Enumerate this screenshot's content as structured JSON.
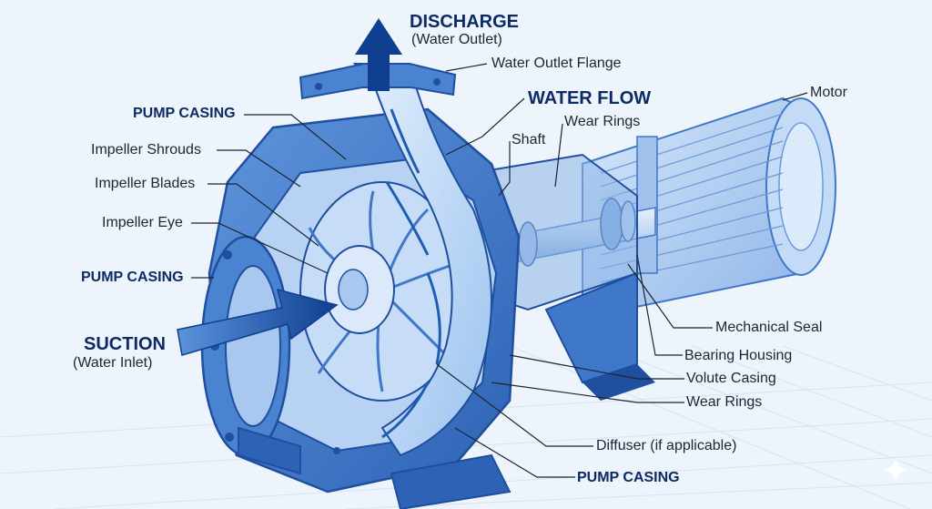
{
  "labels": {
    "discharge_title": "DISCHARGE",
    "discharge_sub": "(Water Outlet)",
    "water_outlet_flange": "Water Outlet Flange",
    "water_flow": "WATER FLOW",
    "wear_rings_top": "Wear Rings",
    "shaft": "Shaft",
    "motor": "Motor",
    "pump_casing_top": "PUMP CASING",
    "impeller_shrouds": "Impeller Shrouds",
    "impeller_blades": "Impeller Blades",
    "impeller_eye": "Impeller Eye",
    "pump_casing_mid": "PUMP CASING",
    "suction_title": "SUCTION",
    "suction_sub": "(Water Inlet)",
    "mechanical_seal": "Mechanical Seal",
    "bearing_housing": "Bearing Housing",
    "volute_casing": "Volute Casing",
    "wear_rings_bottom": "Wear Rings",
    "diffuser": "Diffuser (if applicable)",
    "pump_casing_bottom": "PUMP CASING"
  },
  "colors": {
    "background": "#eef4fb",
    "casing_blue": "#3f78c9",
    "casing_dark": "#1f4f9e",
    "casing_light": "#a9c8ef",
    "water_light": "#cfe3fa",
    "arrow_dark": "#0f3f8f",
    "leader_line": "#1c2533",
    "grid": "#d6e3f2"
  },
  "icons": [
    "discharge-arrow-icon",
    "suction-arrow-icon",
    "sparkle-icon"
  ]
}
